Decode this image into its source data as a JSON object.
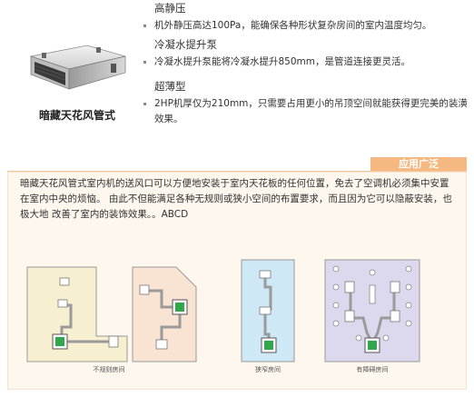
{
  "product": {
    "name": "暗藏天花风管式",
    "image_icon": "ceiling-duct-unit-icon"
  },
  "features": [
    {
      "title": "高静压",
      "description": "机外静压高达100Pa，能确保各种形状复杂房间的室内温度均匀。"
    },
    {
      "title": "冷凝水提升泵",
      "description": "冷凝水提升泵能将冷凝水提升850mm，是管道连接更灵活。"
    },
    {
      "title": "超薄型",
      "description": "2HP机厚仅为210mm，只需要占用更小的吊顶空间就能获得更完美的装潢效果。"
    }
  ],
  "application": {
    "tab_label": "应用广泛",
    "text": "暗藏天花风管式室内机的送风口可以方便地安装于室内天花板的任何位置，免去了空调机必须集中安置在室内中央的烦恼。 由此不但能满足各种无规则或狭小空间的布置要求，而且因为它可以隐蔽安装，也极大地 改善了室内的装饰效果。。ABCD",
    "diagrams": [
      {
        "label": "不规则房间"
      },
      {
        "label": "狭窄房间"
      },
      {
        "label": "有障碍房间"
      }
    ]
  },
  "colors": {
    "tab": "#f5b880",
    "section_bg": "#fdf7ee",
    "room_beige": "#f7f0d0",
    "room_pink": "#f9e4d4",
    "room_blue": "#cfe8f5",
    "room_lavender": "#dcd9ef",
    "unit_green": "#2ea84a",
    "duct_gray": "#9a9a9a"
  }
}
